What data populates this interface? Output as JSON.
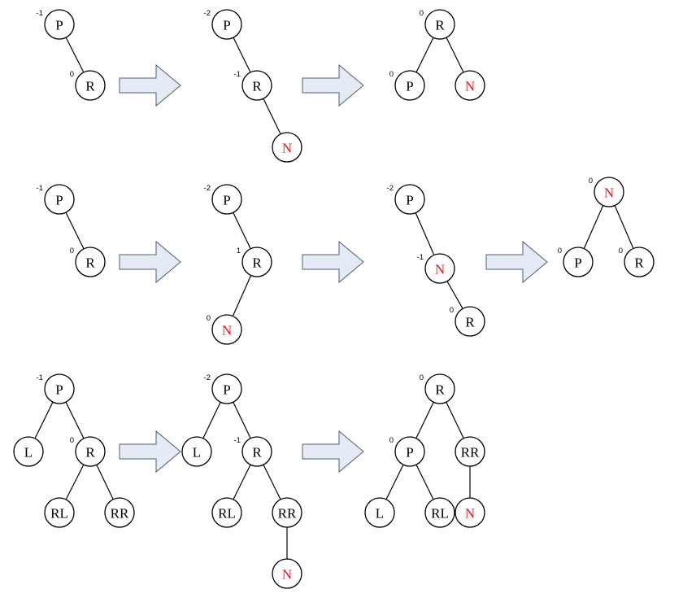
{
  "colors": {
    "node_stroke": "#000000",
    "new_node_text": "#e8141a",
    "arrow_fill": "#e4ebf5",
    "arrow_stroke": "#4f5d73"
  },
  "rows": [
    {
      "trees": [
        {
          "nodes": [
            {
              "label": "P",
              "bf": "-1"
            },
            {
              "label": "R",
              "bf": "0"
            }
          ]
        },
        {
          "nodes": [
            {
              "label": "P",
              "bf": "-2"
            },
            {
              "label": "R",
              "bf": "-1"
            },
            {
              "label": "N",
              "bf": "",
              "new": true
            }
          ]
        },
        {
          "nodes": [
            {
              "label": "R",
              "bf": "0"
            },
            {
              "label": "P",
              "bf": "0"
            },
            {
              "label": "N",
              "bf": "",
              "new": true
            }
          ]
        }
      ]
    },
    {
      "trees": [
        {
          "nodes": [
            {
              "label": "P",
              "bf": "-1"
            },
            {
              "label": "R",
              "bf": "0"
            }
          ]
        },
        {
          "nodes": [
            {
              "label": "P",
              "bf": "-2"
            },
            {
              "label": "R",
              "bf": "1"
            },
            {
              "label": "N",
              "bf": "0",
              "new": true
            }
          ]
        },
        {
          "nodes": [
            {
              "label": "P",
              "bf": "-2"
            },
            {
              "label": "N",
              "bf": "-1",
              "new": true
            },
            {
              "label": "R",
              "bf": "0"
            }
          ]
        },
        {
          "nodes": [
            {
              "label": "N",
              "bf": "0",
              "new": true
            },
            {
              "label": "P",
              "bf": "0"
            },
            {
              "label": "R",
              "bf": "0"
            }
          ]
        }
      ]
    },
    {
      "trees": [
        {
          "nodes": [
            {
              "label": "P",
              "bf": "-1"
            },
            {
              "label": "L",
              "bf": ""
            },
            {
              "label": "R",
              "bf": "0"
            },
            {
              "label": "RL",
              "bf": ""
            },
            {
              "label": "RR",
              "bf": ""
            }
          ]
        },
        {
          "nodes": [
            {
              "label": "P",
              "bf": "-2"
            },
            {
              "label": "L",
              "bf": ""
            },
            {
              "label": "R",
              "bf": "-1"
            },
            {
              "label": "RL",
              "bf": ""
            },
            {
              "label": "RR",
              "bf": ""
            },
            {
              "label": "N",
              "bf": "",
              "new": true
            }
          ]
        },
        {
          "nodes": [
            {
              "label": "R",
              "bf": "0"
            },
            {
              "label": "P",
              "bf": "0"
            },
            {
              "label": "RR",
              "bf": ""
            },
            {
              "label": "L",
              "bf": ""
            },
            {
              "label": "RL",
              "bf": ""
            },
            {
              "label": "N",
              "bf": "",
              "new": true
            }
          ]
        }
      ]
    }
  ]
}
